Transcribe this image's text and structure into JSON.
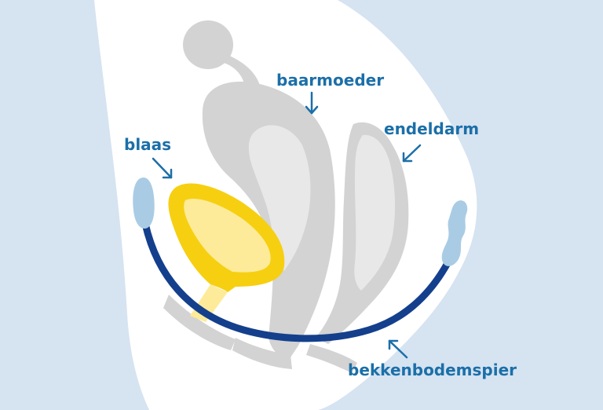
{
  "labels": {
    "baarmoeder": "baarmoeder",
    "endeldarm": "endeldarm",
    "blaas": "blaas",
    "bekkenbodemspier": "bekkenbodemspier"
  },
  "colors": {
    "background": "#d6e3f1",
    "body": "#ffffff",
    "organ_dark": "#d3d3d3",
    "organ_light": "#e8e8e8",
    "bladder_outline": "#f6cf10",
    "bladder_fill": "#fdeb9a",
    "muscle": "#143f8c",
    "muscle_ends": "#a9cce4",
    "label_text": "#1b6fa8"
  }
}
